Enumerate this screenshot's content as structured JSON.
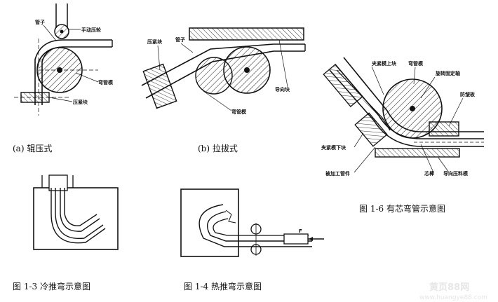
{
  "figures": {
    "roll": {
      "label_tube": "管子",
      "label_manual_wheel": "手动压轮",
      "label_bend_die": "弯管模",
      "label_press_die": "压紧块",
      "caption": "(a) 辊压式"
    },
    "draw": {
      "label_clamp_block": "压紧块",
      "label_tube": "管子",
      "label_bend_die": "弯管模",
      "label_guide_block": "导向块",
      "caption": "(b) 拉拔式"
    },
    "cold_push": {
      "caption": "图 1-3  冷推弯示意图"
    },
    "hot_push": {
      "label_f": "F",
      "caption": "图 1-4  热推弯示意图"
    },
    "mandrel": {
      "label_clamp_upper": "夹紧模上块",
      "label_bend_die": "弯管模",
      "label_rotation_axis": "旋转固定轴",
      "label_anti_wrinkle": "防皱板",
      "label_clamp_lower": "夹紧模下块",
      "label_workpiece": "被加工管件",
      "label_mandrel": "芯棒",
      "label_guide_press": "导向压料模",
      "caption": "图 1-6  有芯弯管示意图"
    }
  },
  "watermark": {
    "line1": "黄页88网",
    "line2": "www.huangye88.com"
  }
}
